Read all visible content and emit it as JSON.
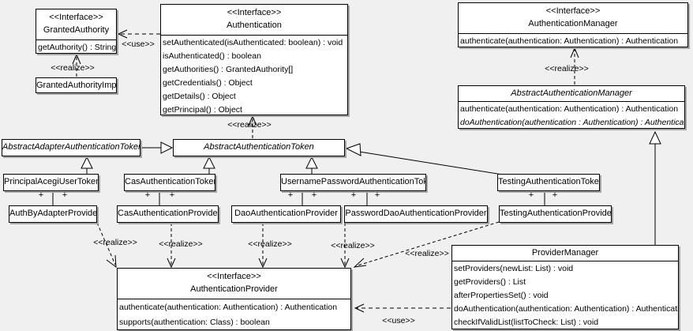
{
  "labels": {
    "use": "<<use>>",
    "realize": "<<realize>>",
    "plus": "+"
  },
  "colors": {
    "background": "#f0f0f0",
    "box_fill": "#ffffff",
    "line": "#000000",
    "shadow": "#a6a6a6"
  },
  "classes": {
    "granted_authority": {
      "stereotype": "<<Interface>>",
      "name": "GrantedAuthority",
      "methods": [
        "getAuthority() : String"
      ]
    },
    "authentication": {
      "stereotype": "<<Interface>>",
      "name": "Authentication",
      "methods": [
        "setAuthenticated(isAuthenticated: boolean) : void",
        "isAuthenticated() : boolean",
        "getAuthorities() : GrantedAuthority[]",
        "getCredentials() : Object",
        "getDetails() : Object",
        "getPrincipal() : Object"
      ]
    },
    "authentication_manager": {
      "stereotype": "<<Interface>>",
      "name": "AuthenticationManager",
      "methods": [
        "authenticate(authentication: Authentication) : Authentication"
      ]
    },
    "granted_authority_impl": {
      "name": "GrantedAuthorityImpl"
    },
    "abstract_authentication_manager": {
      "name": "AbstractAuthenticationManager",
      "abstract": true,
      "methods": [
        "authenticate(authentication: Authentication) : Authentication",
        "doAuthentication(authentication : Authentication) : Authentication"
      ]
    },
    "abstract_adapter_authentication_token": {
      "name": "AbstractAdapterAuthenticationToken",
      "abstract": true
    },
    "abstract_authentication_token": {
      "name": "AbstractAuthenticationToken",
      "abstract": true
    },
    "principal_acegi_user_token": {
      "name": "PrincipalAcegiUserToken"
    },
    "cas_authentication_token": {
      "name": "CasAuthenticationToken"
    },
    "username_password_authentication_token": {
      "name": "UsernamePasswordAuthenticationToken"
    },
    "testing_authentication_token": {
      "name": "TestingAuthenticationToken"
    },
    "auth_by_adapter_provider": {
      "name": "AuthByAdapterProvider"
    },
    "cas_authentication_provider": {
      "name": "CasAuthenticationProvider"
    },
    "dao_authentication_provider": {
      "name": "DaoAuthenticationProvider"
    },
    "password_dao_authentication_provider": {
      "name": "PasswordDaoAuthenticationProvider"
    },
    "testing_authentication_provider": {
      "name": "TestingAuthenticationProvider"
    },
    "authentication_provider": {
      "stereotype": "<<Interface>>",
      "name": "AuthenticationProvider",
      "methods": [
        "authenticate(authentication: Authentication) : Authentication",
        "supports(authentication: Class) : boolean"
      ]
    },
    "provider_manager": {
      "name": "ProviderManager",
      "methods": [
        "setProviders(newList: List) : void",
        "getProviders() : List",
        "afterPropertiesSet() : void",
        "doAuthentication(authentication: Authentication) : Authentication",
        "checkIfValidList(listToCheck: List) : void"
      ]
    }
  },
  "relationships": [
    {
      "from": "Authentication",
      "to": "GrantedAuthority",
      "type": "dependency",
      "label": "<<use>>"
    },
    {
      "from": "GrantedAuthorityImpl",
      "to": "GrantedAuthority",
      "type": "realization",
      "label": "<<realize>>"
    },
    {
      "from": "AbstractAuthenticationManager",
      "to": "AuthenticationManager",
      "type": "realization",
      "label": "<<realize>>"
    },
    {
      "from": "AbstractAuthenticationToken",
      "to": "Authentication",
      "type": "realization",
      "label": "<<realize>>"
    },
    {
      "from": "AbstractAdapterAuthenticationToken",
      "to": "AbstractAuthenticationToken",
      "type": "generalization"
    },
    {
      "from": "PrincipalAcegiUserToken",
      "to": "AbstractAdapterAuthenticationToken",
      "type": "generalization"
    },
    {
      "from": "CasAuthenticationToken",
      "to": "AbstractAuthenticationToken",
      "type": "generalization"
    },
    {
      "from": "UsernamePasswordAuthenticationToken",
      "to": "AbstractAuthenticationToken",
      "type": "generalization"
    },
    {
      "from": "TestingAuthenticationToken",
      "to": "AbstractAuthenticationToken",
      "type": "generalization"
    },
    {
      "from": "ProviderManager",
      "to": "AbstractAuthenticationManager",
      "type": "generalization"
    },
    {
      "from": "PrincipalAcegiUserToken",
      "to": "AuthByAdapterProvider",
      "type": "association",
      "end_labels": [
        "+",
        "+"
      ]
    },
    {
      "from": "CasAuthenticationToken",
      "to": "CasAuthenticationProvider",
      "type": "association",
      "end_labels": [
        "+",
        "+"
      ]
    },
    {
      "from": "UsernamePasswordAuthenticationToken",
      "to": "DaoAuthenticationProvider",
      "type": "association",
      "end_labels": [
        "+",
        "+"
      ]
    },
    {
      "from": "UsernamePasswordAuthenticationToken",
      "to": "PasswordDaoAuthenticationProvider",
      "type": "association",
      "end_labels": [
        "+",
        "+"
      ]
    },
    {
      "from": "TestingAuthenticationToken",
      "to": "TestingAuthenticationProvider",
      "type": "association",
      "end_labels": [
        "+",
        "+"
      ]
    },
    {
      "from": "AuthByAdapterProvider",
      "to": "AuthenticationProvider",
      "type": "realization",
      "label": "<<realize>>"
    },
    {
      "from": "CasAuthenticationProvider",
      "to": "AuthenticationProvider",
      "type": "realization",
      "label": "<<realize>>"
    },
    {
      "from": "DaoAuthenticationProvider",
      "to": "AuthenticationProvider",
      "type": "realization",
      "label": "<<realize>>"
    },
    {
      "from": "PasswordDaoAuthenticationProvider",
      "to": "AuthenticationProvider",
      "type": "realization",
      "label": "<<realize>>"
    },
    {
      "from": "TestingAuthenticationProvider",
      "to": "AuthenticationProvider",
      "type": "realization",
      "label": "<<realize>>"
    },
    {
      "from": "ProviderManager",
      "to": "AuthenticationProvider",
      "type": "dependency",
      "label": "<<use>>"
    }
  ]
}
